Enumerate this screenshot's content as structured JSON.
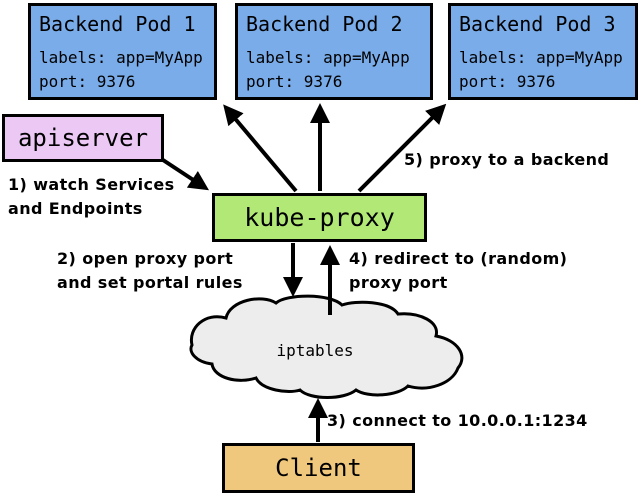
{
  "pods": [
    {
      "name": "Backend Pod 1",
      "labels": "labels: app=MyApp",
      "port": "port: 9376"
    },
    {
      "name": "Backend Pod 2",
      "labels": "labels: app=MyApp",
      "port": "port: 9376"
    },
    {
      "name": "Backend Pod 3",
      "labels": "labels: app=MyApp",
      "port": "port: 9376"
    }
  ],
  "nodes": {
    "apiserver": "apiserver",
    "kube_proxy": "kube-proxy",
    "iptables": "iptables",
    "client": "Client"
  },
  "annotations": {
    "step1": [
      "1) watch Services",
      "and Endpoints"
    ],
    "step2": [
      "2) open proxy port",
      "and set portal rules"
    ],
    "step3": [
      "3) connect to 10.0.0.1:1234"
    ],
    "step4": [
      "4) redirect to (random)",
      "proxy port"
    ],
    "step5": [
      "5) proxy to a backend"
    ]
  },
  "colors": {
    "pod_fill": "#79ACE8",
    "apiserver_fill": "#ECC8F5",
    "kube_proxy_fill": "#B2E876",
    "client_fill": "#EFC87E",
    "cloud_fill": "#EDEDED",
    "border": "#000000",
    "background": "#FFFFFF"
  }
}
